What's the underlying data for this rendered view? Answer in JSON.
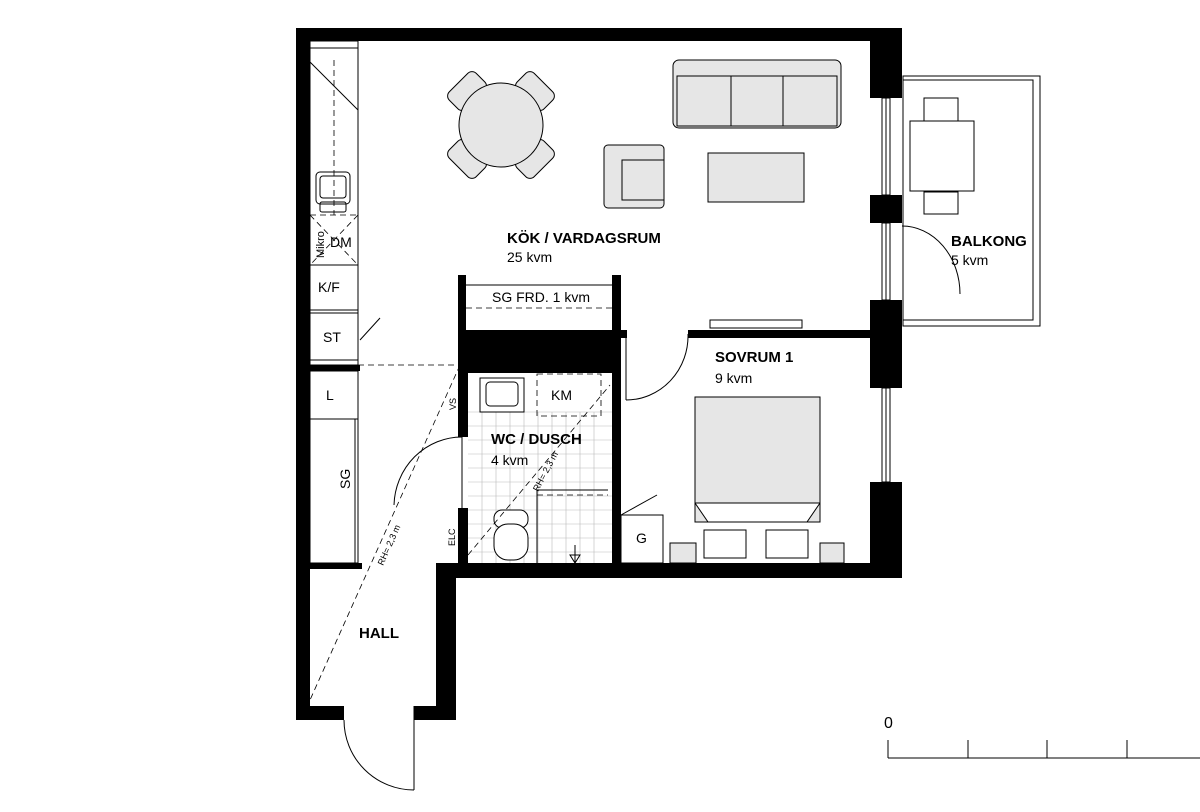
{
  "rooms": {
    "kitchen_living": {
      "name": "KÖK / VARDAGSRUM",
      "area": "25 kvm"
    },
    "balcony": {
      "name": "BALKONG",
      "area": "5 kvm"
    },
    "bedroom": {
      "name": "SOVRUM 1",
      "area": "9 kvm"
    },
    "bathroom": {
      "name": "WC / DUSCH",
      "area": "4 kvm"
    },
    "hall": {
      "name": "HALL"
    }
  },
  "labels": {
    "microwave": "Mikro",
    "dishwasher": "DM",
    "fridge_freezer": "K/F",
    "stove": "ST",
    "linen_closet": "L",
    "wardrobe_hall": "SG",
    "wardrobe_prepared": "SG FRD. 1 kvm",
    "washing_machine": "KM",
    "wall_cabinet": "VS",
    "electric_cabinet": "ELC",
    "wardrobe_bedroom": "G",
    "ceiling_height_hall": "RH= 2,3 m",
    "ceiling_height_bath": "RH= 2,3 m"
  },
  "scale": {
    "zero": "0"
  }
}
